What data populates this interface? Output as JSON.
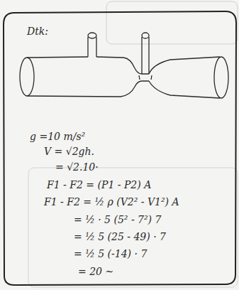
{
  "diagram": {
    "labels": [
      "Dtk:",
      "g =10 m/s²",
      "V = √2gh.",
      "= √2.10·",
      "F1 - F2 = (P1 - P2) A",
      "F1 - F2 = ½ ρ (V2² - V1²) A",
      "= ½ · 5 (5² - 7²) 7",
      "= ½ 5 (25 - 49) · 7",
      "= ½ 5 (-14) · 7",
      "= 20 ~"
    ]
  }
}
